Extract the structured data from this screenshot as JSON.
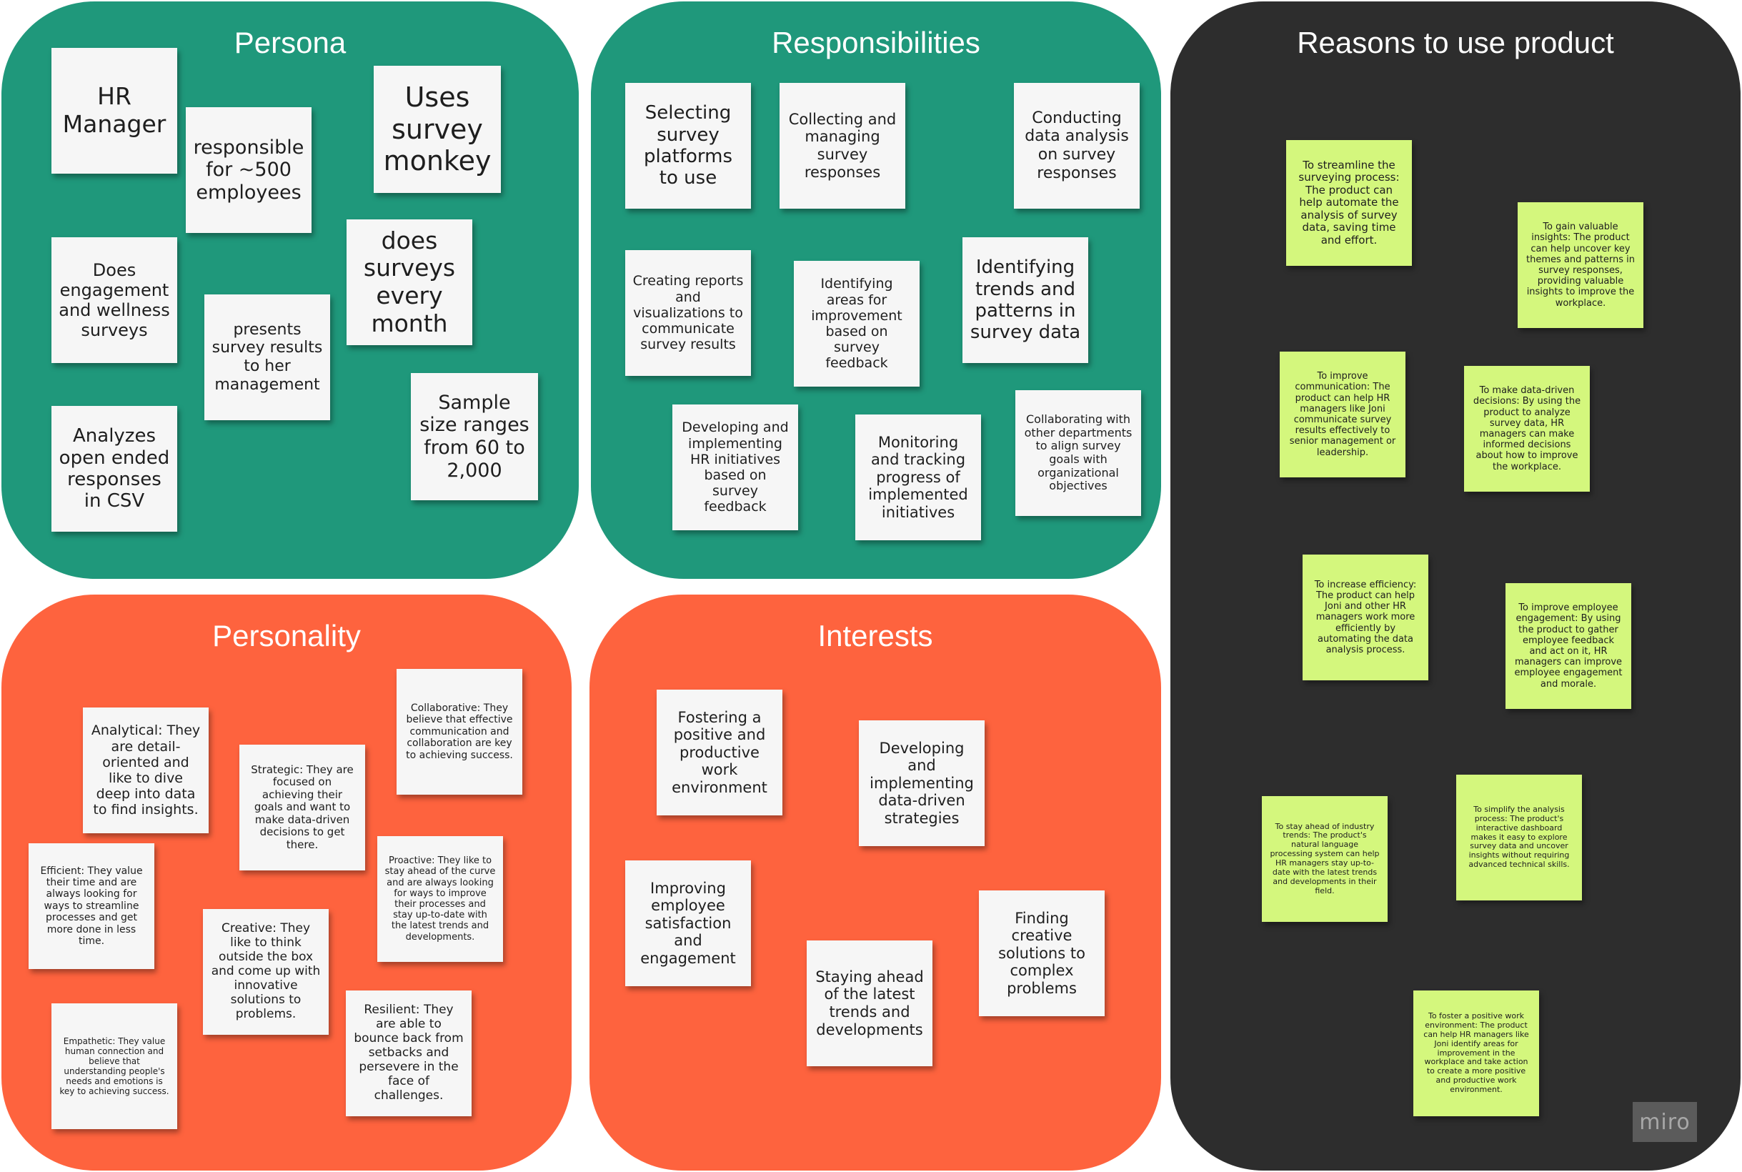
{
  "panels": {
    "persona": {
      "title": "Persona",
      "notes": [
        "HR Manager",
        "responsible for ~500 employees",
        "Uses survey monkey",
        "Does engagement and wellness surveys",
        "presents survey results to her management",
        "does surveys every month",
        "Analyzes open ended responses in CSV",
        "Sample size ranges from 60 to 2,000"
      ]
    },
    "responsibilities": {
      "title": "Responsibilities",
      "notes": [
        "Selecting survey platforms to use",
        "Collecting and managing survey responses",
        "Conducting data analysis on survey responses",
        "Creating reports and visualizations to communicate survey results",
        "Identifying areas for improvement based on survey feedback",
        "Identifying trends and patterns in survey data",
        "Developing and implementing HR initiatives based on survey feedback",
        "Monitoring and tracking progress of implemented initiatives",
        "Collaborating with other departments to align survey goals with organizational objectives"
      ]
    },
    "reasons": {
      "title": "Reasons to use product",
      "notes": [
        "To streamline the surveying process: The product can help automate the analysis of survey data, saving time and effort.",
        "To gain valuable insights: The product can help uncover key themes and patterns in survey responses, providing valuable insights to improve the workplace.",
        "To improve communication: The product can help HR managers like Joni communicate survey results effectively to senior management or leadership.",
        "To make data-driven decisions: By using the product to analyze survey data, HR managers can make informed decisions about how to improve the workplace.",
        "To increase efficiency: The product can help Joni and other HR managers work more efficiently by automating the data analysis process.",
        "To improve employee engagement: By using the product to gather employee feedback and act on it, HR managers can improve employee engagement and morale.",
        "To stay ahead of industry trends: The product's natural language processing system can help HR managers stay up-to-date with the latest trends and developments in their field.",
        "To simplify the analysis process: The product's interactive dashboard makes it easy to explore survey data and uncover insights without requiring advanced technical skills.",
        "To foster a positive work environment: The product can help HR managers like Joni identify areas for improvement in the workplace and take action to create a more positive and productive work environment."
      ]
    },
    "personality": {
      "title": "Personality",
      "notes": [
        "Analytical: They are detail-oriented and like to dive deep into data to find insights.",
        "Strategic: They are focused on achieving their goals and want to make data-driven decisions to get there.",
        "Collaborative: They believe that effective communication and collaboration are key to achieving success.",
        "Efficient: They value their time and are always looking for ways to streamline processes and get more done in less time.",
        "Proactive: They like to stay ahead of the curve and are always looking for ways to improve their processes and stay up-to-date with the latest trends and developments.",
        "Creative: They like to think outside the box and come up with innovative solutions to problems.",
        "Empathetic: They value human connection and believe that understanding people's needs and emotions is key to achieving success.",
        "Resilient: They are able to bounce back from setbacks and persevere in the face of challenges."
      ]
    },
    "interests": {
      "title": "Interests",
      "notes": [
        "Fostering a positive and productive work environment",
        "Developing and implementing data-driven strategies",
        "Improving employee satisfaction and engagement",
        "Staying ahead of the latest trends and developments",
        "Finding creative solutions to complex problems"
      ]
    }
  },
  "brand": {
    "logo_text": "miro"
  },
  "colors": {
    "green_panel": "#1f987b",
    "orange_panel": "#fe633e",
    "dark_panel": "#2d2d2d",
    "white_note": "#f6f6f6",
    "lime_note": "#d4f77d"
  }
}
